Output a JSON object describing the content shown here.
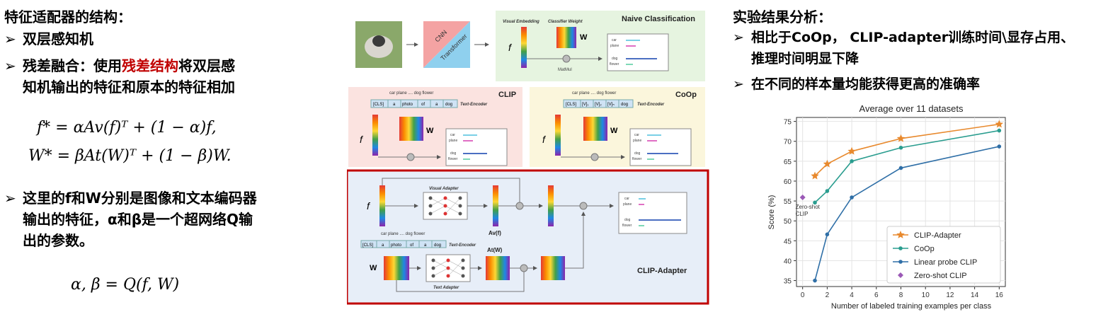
{
  "left": {
    "heading": "特征适配器的结构：",
    "bullet1": "双层感知机",
    "bullet2_pre": "残差融合：使用",
    "bullet2_red": "残差结构",
    "bullet2_post": "将双层感",
    "bullet2_line2": "知机输出的特征和原本的特征相加",
    "eq1": "f* = αAv(f)ᵀ + (1 − α)f,",
    "eq2": "W* = βAt(W)ᵀ + (1 − β)W.",
    "bullet3_line1": "这里的f和W分别是图像和文本编码器",
    "bullet3_line2": "输出的特征，α和β是一个超网络Q输",
    "bullet3_line3": "出的参数。",
    "eq3": "α, β = Q(f, W)",
    "arrow": "➢"
  },
  "diagram": {
    "cnn": "CNN",
    "transformer": "Transformer",
    "naive_title": "Naive Classification",
    "visual_embedding": "Visual Embedding",
    "classifier_weight": "Classifier Weight",
    "matmul": "MatMul",
    "W": "W",
    "f": "f",
    "clip_title": "CLIP",
    "coop_title": "CoOp",
    "adapter_title": "CLIP-Adapter",
    "class_words": "car   plane   ....   dog   flower",
    "text_encoder": "Text-Encoder",
    "clip_tokens": [
      "[CLS]",
      "a",
      "photo",
      "of",
      "a",
      "dog"
    ],
    "coop_tokens": [
      "[CLS]",
      "[V]₁",
      "[V]₂",
      "[V]ₙ",
      "dog"
    ],
    "visual_adapter": "Visual Adapter",
    "text_adapter": "Text Adapter",
    "av": "Av(f)",
    "at": "At(W)",
    "bar_labels": [
      "car",
      "plane",
      "dog",
      "flower"
    ],
    "colors": {
      "naive_bg": "#e6f4e0",
      "clip_bg": "#fbe3e0",
      "coop_bg": "#fbf6dc",
      "adapter_bg": "#e7eef8",
      "red_frame": "#c00000"
    }
  },
  "right": {
    "heading": "实验结果分析：",
    "bullet1_line1": "相比于CoOp， CLIP-adapter训练时间\\显存占用、",
    "bullet1_line2": "推理时间明显下降",
    "bullet2": "在不同的样本量均能获得更高的准确率",
    "arrow": "➢"
  },
  "chart_data": {
    "type": "line",
    "title": "Average over 11 datasets",
    "xlabel": "Number of labeled training examples per class",
    "ylabel": "Score (%)",
    "xlim": [
      -0.5,
      16.5
    ],
    "ylim": [
      33.5,
      76
    ],
    "xticks": [
      0,
      2,
      4,
      6,
      8,
      10,
      12,
      14,
      16
    ],
    "yticks": [
      35,
      40,
      45,
      50,
      55,
      60,
      65,
      70,
      75
    ],
    "grid": true,
    "legend": "bottom-right",
    "series": [
      {
        "name": "CLIP-Adapter",
        "color": "#e8892d",
        "marker": "star",
        "x": [
          1,
          2,
          4,
          8,
          16
        ],
        "y": [
          61.3,
          64.3,
          67.5,
          70.7,
          74.3
        ]
      },
      {
        "name": "CoOp",
        "color": "#2a9d8f",
        "marker": "circle",
        "x": [
          1,
          2,
          4,
          8,
          16
        ],
        "y": [
          54.6,
          57.5,
          65.0,
          68.4,
          72.7
        ]
      },
      {
        "name": "Linear probe CLIP",
        "color": "#2f6fa7",
        "marker": "circle",
        "x": [
          1,
          2,
          4,
          8,
          16
        ],
        "y": [
          35.0,
          46.6,
          55.9,
          63.3,
          68.7
        ]
      },
      {
        "name": "Zero-shot CLIP",
        "color": "#9b59b6",
        "marker": "diamond",
        "x": [
          0
        ],
        "y": [
          55.9
        ]
      }
    ],
    "annotation": "Zero-shot\nCLIP"
  }
}
